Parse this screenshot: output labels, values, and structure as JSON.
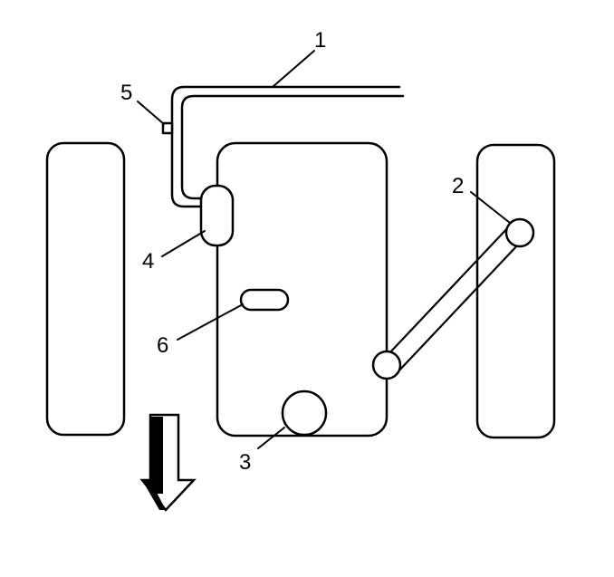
{
  "callouts": [
    {
      "id": "1",
      "label": "1"
    },
    {
      "id": "2",
      "label": "2"
    },
    {
      "id": "3",
      "label": "3"
    },
    {
      "id": "4",
      "label": "4"
    },
    {
      "id": "5",
      "label": "5"
    },
    {
      "id": "6",
      "label": "6"
    }
  ],
  "colors": {
    "stroke": "#000000",
    "fill": "#ffffff"
  }
}
